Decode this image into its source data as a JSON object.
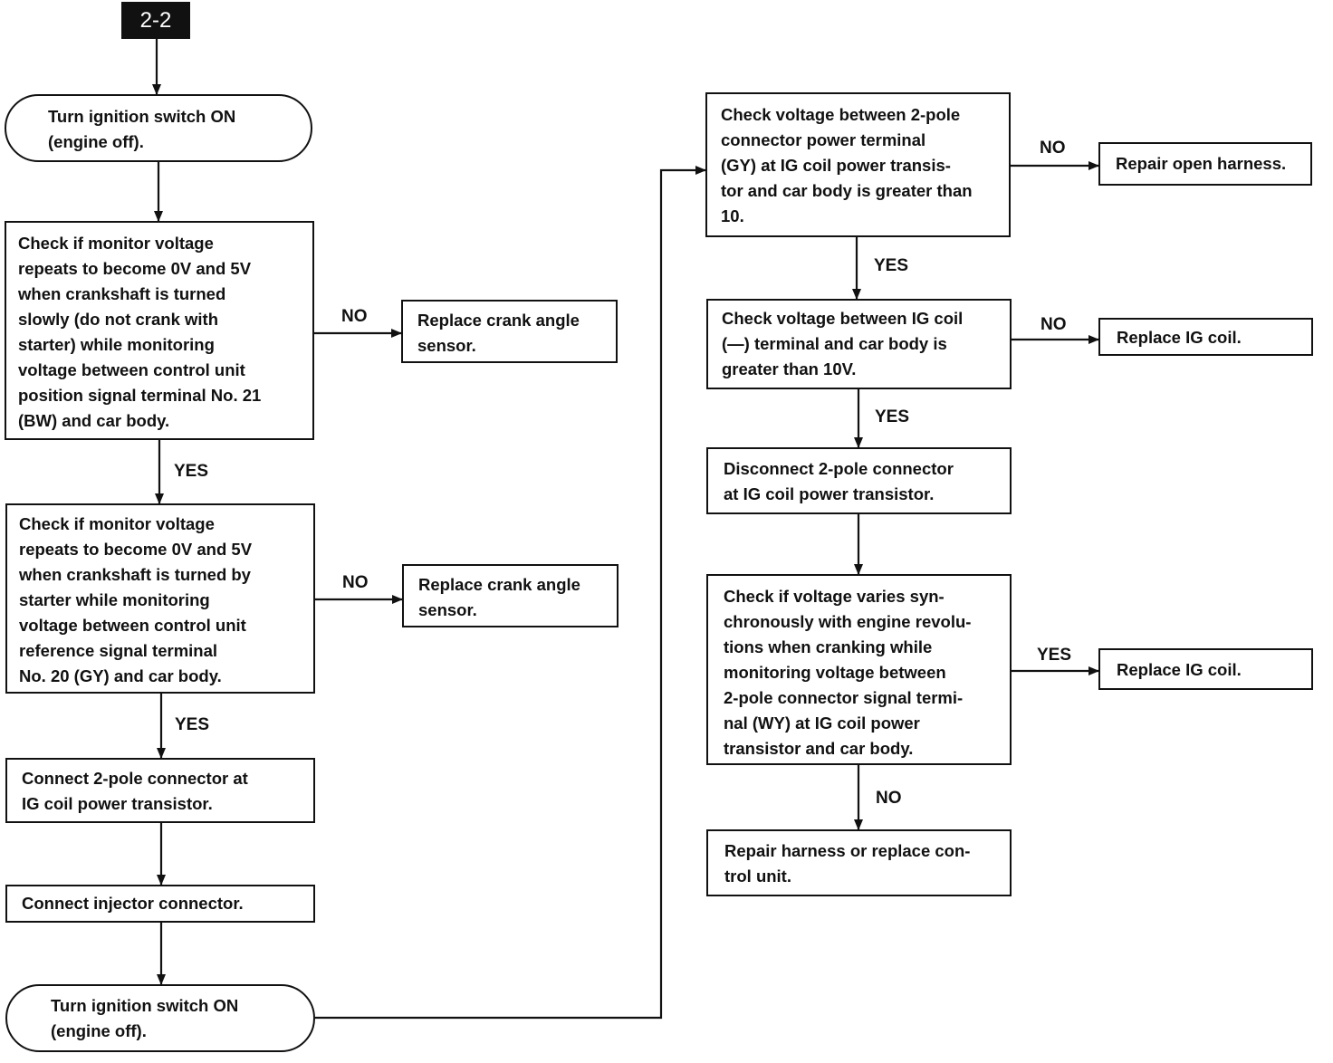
{
  "flowchart": {
    "tag": "2-2",
    "left_column": {
      "turn_on_1": "Turn ignition switch ON\n(engine off).",
      "check_slow": "Check if monitor voltage\nrepeats to become 0V and 5V\nwhen crankshaft is turned\nslowly (do not crank with\nstarter) while monitoring\nvoltage between control unit\nposition signal terminal No. 21\n(BW) and car body.",
      "replace_sensor_1": "Replace crank angle\nsensor.",
      "check_starter": "Check if monitor voltage\nrepeats to become 0V and 5V\nwhen crankshaft is turned by\nstarter while monitoring\nvoltage between control unit\nreference signal terminal\nNo. 20 (GY) and car body.",
      "replace_sensor_2": "Replace crank angle\nsensor.",
      "connect_2pole": "Connect 2-pole connector at\nIG coil power transistor.",
      "connect_injector": "Connect injector connector.",
      "turn_on_2": "Turn ignition switch ON\n(engine off)."
    },
    "right_column": {
      "check_power_terminal": "Check voltage between 2-pole\nconnector power terminal\n(GY) at IG coil power transis-\ntor and car body is greater than\n10.",
      "repair_open_harness": "Repair open harness.",
      "check_ig_coil": "Check voltage between IG coil\n(—) terminal and car body is\ngreater than 10V.",
      "replace_ig_coil_1": "Replace IG coil.",
      "disconnect_2pole": "Disconnect 2-pole connector\nat IG coil power transistor.",
      "check_sync": "Check if voltage varies syn-\nchronously with engine revolu-\ntions when cranking while\nmonitoring voltage between\n2-pole connector signal termi-\nnal (WY) at IG coil power\ntransistor and car body.",
      "replace_ig_coil_2": "Replace IG coil.",
      "repair_or_replace": "Repair harness or replace con-\ntrol unit."
    },
    "edge_labels": {
      "no": "NO",
      "yes": "YES"
    }
  }
}
